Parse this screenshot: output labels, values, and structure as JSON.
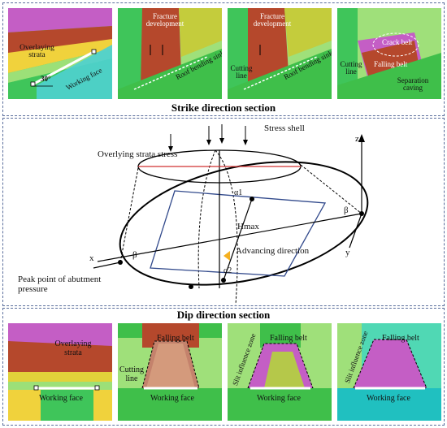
{
  "strike": {
    "title": "Strike direction section",
    "panel1": {
      "overlaying": "Overlaying strata",
      "angle": "30°",
      "working_face": "Working face"
    },
    "panel2": {
      "fracture": "Fracture development",
      "roof": "Roof bending sinking"
    },
    "panel3": {
      "fracture": "Fracture development",
      "cutting": "Cutting line",
      "roof": "Roof bending sinking"
    },
    "panel4": {
      "crack": "Crack belt",
      "falling": "Falling belt",
      "cutting": "Cutting line",
      "separation": "Separation caving"
    }
  },
  "diagram": {
    "stress_shell": "Stress shell",
    "overlying_stress": "Overlying strata stress",
    "peak_point": "Peak point of abutment pressure",
    "advancing": "Advancing direction",
    "hmax": "Hmax",
    "alpha1": "α1",
    "alpha2": "α2",
    "beta": "β",
    "axis_x": "x",
    "axis_y": "y",
    "axis_z": "z"
  },
  "dip": {
    "title": "Dip direction section",
    "panel1": {
      "overlaying": "Overlaying strata",
      "working_face": "Working face"
    },
    "panel2": {
      "falling": "Falling belt",
      "cutting": "Cutting line",
      "working_face": "Working face"
    },
    "panel3": {
      "falling": "Falling belt",
      "slit": "Slit influence zone",
      "working_face": "Working face"
    },
    "panel4": {
      "falling": "Falling belt",
      "slit": "Slit influence zone",
      "working_face": "Working face"
    }
  }
}
